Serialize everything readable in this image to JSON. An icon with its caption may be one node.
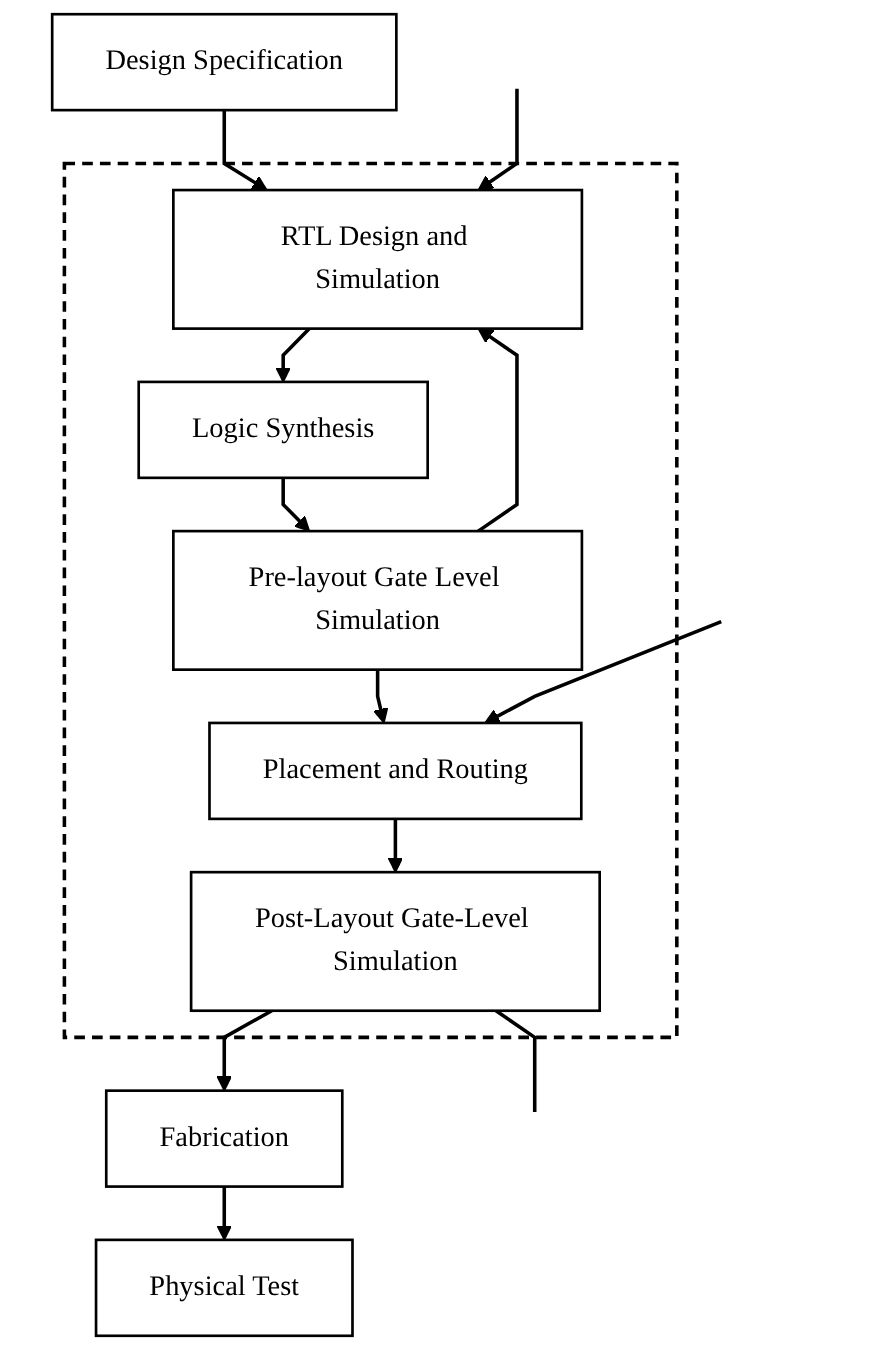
{
  "diagram": {
    "nodes": [
      {
        "text": [
          "Design Specification"
        ]
      },
      {
        "text": [],
        "shape": "box"
      },
      {
        "text": [
          "RTL Design and Simulation"
        ],
        "in": 1
      },
      {
        "text": [
          "Logic Synthesis"
        ],
        "in": 1
      },
      {
        "text": [
          "Pre-layout Gate Level Simulation"
        ],
        "in": 1
      },
      {
        "text": [
          "Placement and Routing"
        ],
        "in": 1
      },
      {
        "text": [
          "Post-Layout Gate-Level Simulation"
        ],
        "in": 1
      },
      {
        "text": [
          "Fabrication"
        ]
      },
      {
        "text": [
          "Physical Test"
        ]
      }
    ],
    "edges": [
      {
        "from": 0,
        "to": 2,
        "arrow": "to"
      },
      {
        "from": 2,
        "to": 3,
        "arrow": "to"
      },
      {
        "from": 3,
        "to": 4,
        "arrow": "to"
      },
      {
        "from": 4,
        "to": 5,
        "arrow": "to"
      },
      {
        "from": 5,
        "to": 6,
        "arrow": "to"
      },
      {
        "from": 6,
        "to": 7,
        "arrow": "to"
      },
      {
        "from": 7,
        "to": 8,
        "arrow": "to"
      },
      {
        "from": 4,
        "to": 2,
        "arrow": "to"
      },
      {
        "from": null,
        "to": 2,
        "arrow": "to"
      },
      {
        "from": null,
        "to": 5,
        "arrow": "to"
      },
      {
        "from": 6,
        "to": null,
        "arrow": "none"
      }
    ]
  }
}
